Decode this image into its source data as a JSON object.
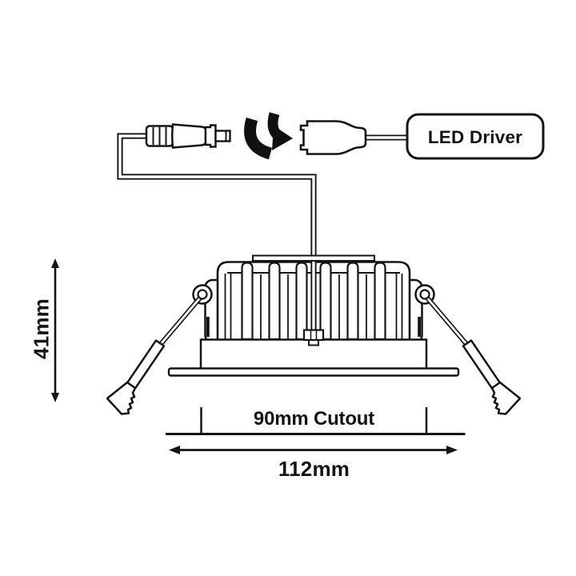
{
  "page": {
    "background": "#ffffff",
    "colors": {
      "line": "#141414",
      "fill": "#ffffff",
      "icon": "#111111"
    }
  },
  "diagram": {
    "type": "technical-dimension-diagram",
    "subject": "recessed LED downlight with driver and spring clips",
    "labels": {
      "driver_box": "LED Driver",
      "height_dim": "41mm",
      "cutout_dim": "90mm Cutout",
      "width_dim": "112mm"
    },
    "dimensions": {
      "height_mm": 41,
      "cutout_mm": 90,
      "overall_width_mm": 112
    },
    "icons": [
      "twist-arrow-icon",
      "male-connector-icon",
      "female-connector-icon",
      "spring-clip-icon"
    ],
    "parts": [
      "male cable connector",
      "female cable connector",
      "LED Driver box",
      "connecting wire",
      "heatsink with fins",
      "mounting ear left",
      "mounting ear right",
      "spring retention clip left",
      "spring retention clip right",
      "can body",
      "trim flange"
    ]
  }
}
